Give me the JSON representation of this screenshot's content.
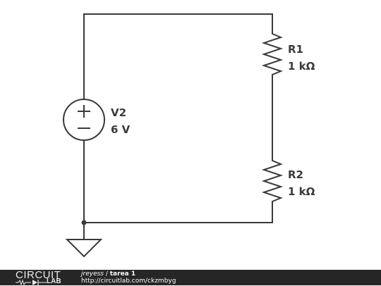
{
  "components": {
    "source": {
      "name": "V2",
      "value": "6 V"
    },
    "resistor1": {
      "name": "R1",
      "value": "1 kΩ"
    },
    "resistor2": {
      "name": "R2",
      "value": "1 kΩ"
    }
  },
  "footer": {
    "logo_word_1": "CIRCUIT",
    "logo_word_2": "LAB",
    "author": "jreyess",
    "separator": " / ",
    "title": "tarea 1",
    "url": "http://circuitlab.com/ckzmbyg"
  },
  "colors": {
    "line": "#3a3a3a",
    "footer_background": "#262626",
    "footer_text": "#ffffff"
  },
  "icons": [
    "plus-icon",
    "minus-icon",
    "ground-symbol",
    "resistor-zigzag"
  ]
}
